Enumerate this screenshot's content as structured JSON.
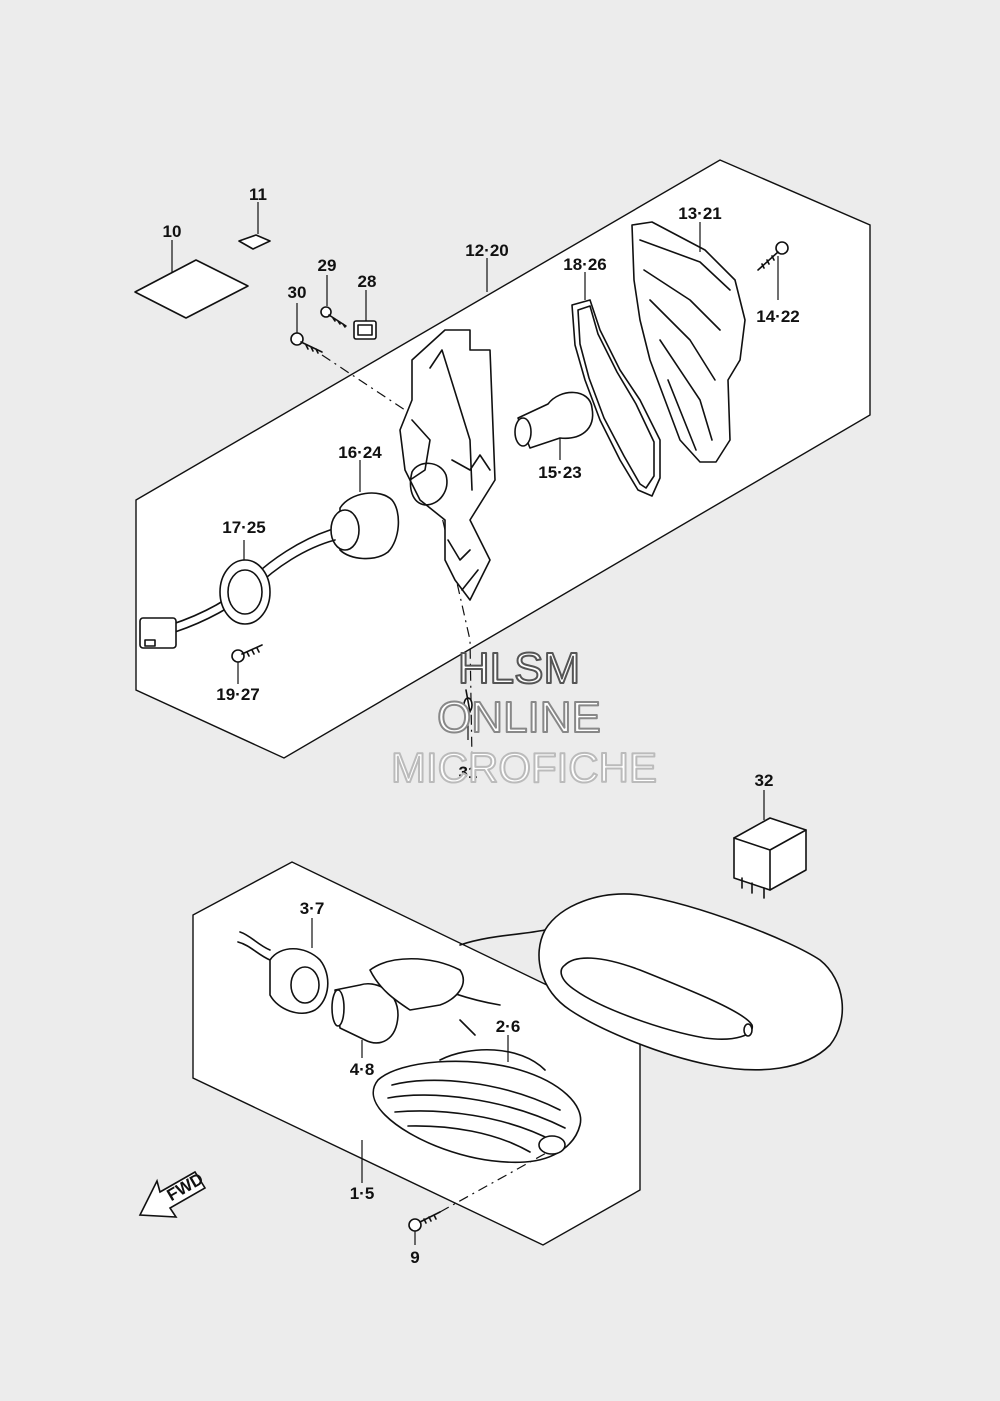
{
  "labels": {
    "p10": "10",
    "p11": "11",
    "p29": "29",
    "p28": "28",
    "p30": "30",
    "p12_20": "12·20",
    "p18_26": "18·26",
    "p13_21": "13·21",
    "p14_22": "14·22",
    "p15_23": "15·23",
    "p16_24": "16·24",
    "p17_25": "17·25",
    "p19_27": "19·27",
    "p31": "31",
    "p32": "32",
    "p3_7": "3·7",
    "p2_6": "2·6",
    "p4_8": "4·8",
    "p1_5": "1·5",
    "p9": "9"
  },
  "watermark": {
    "line1": "HLSM",
    "line2": "ONLINE",
    "line3": "MICROFICHE"
  },
  "fwd_arrow": "FWD"
}
